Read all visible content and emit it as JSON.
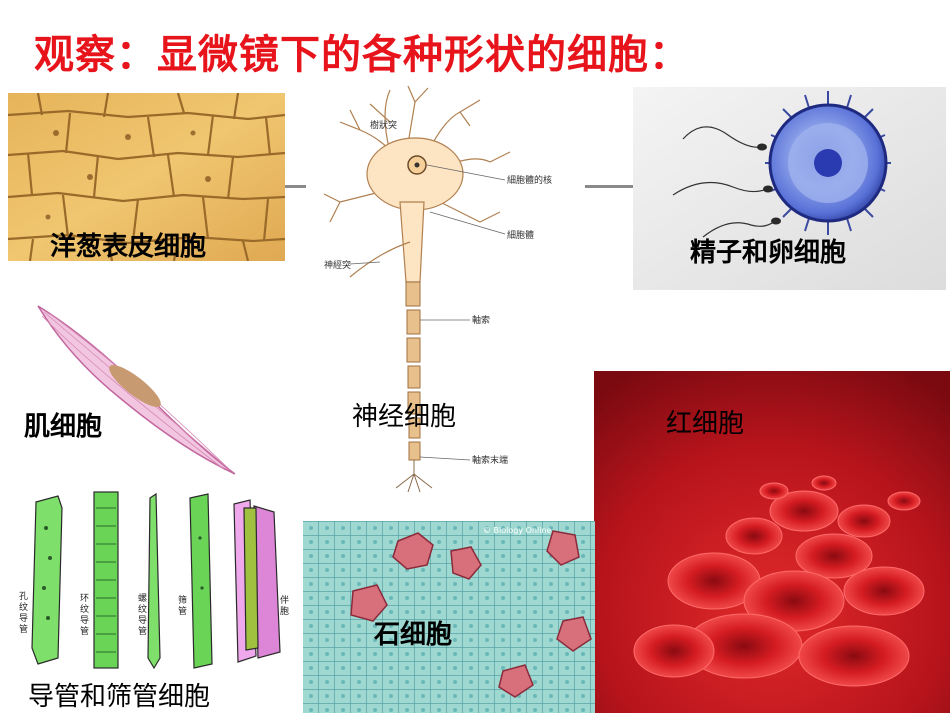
{
  "slide": {
    "title": "观察：显微镜下的各种形状的细胞："
  },
  "cells": {
    "onion": "洋葱表皮细胞",
    "sperm_egg": "精子和卵细胞",
    "muscle": "肌细胞",
    "neuron": "神经细胞",
    "rbc": "红细胞",
    "stone": "石细胞",
    "vessel": "导管和筛管细胞"
  },
  "neuron_labels": {
    "dendrite": "樹狀突",
    "nucleus": "細胞體的核",
    "cell_body": "細胞體",
    "neurite": "神經突",
    "axon": "軸索",
    "axon_terminal": "軸索末端"
  },
  "vessel_labels": [
    "孔纹导管",
    "环纹导管",
    "螺纹导管",
    "筛管",
    "伴胞"
  ],
  "stone_watermark": "© Biology Online"
}
